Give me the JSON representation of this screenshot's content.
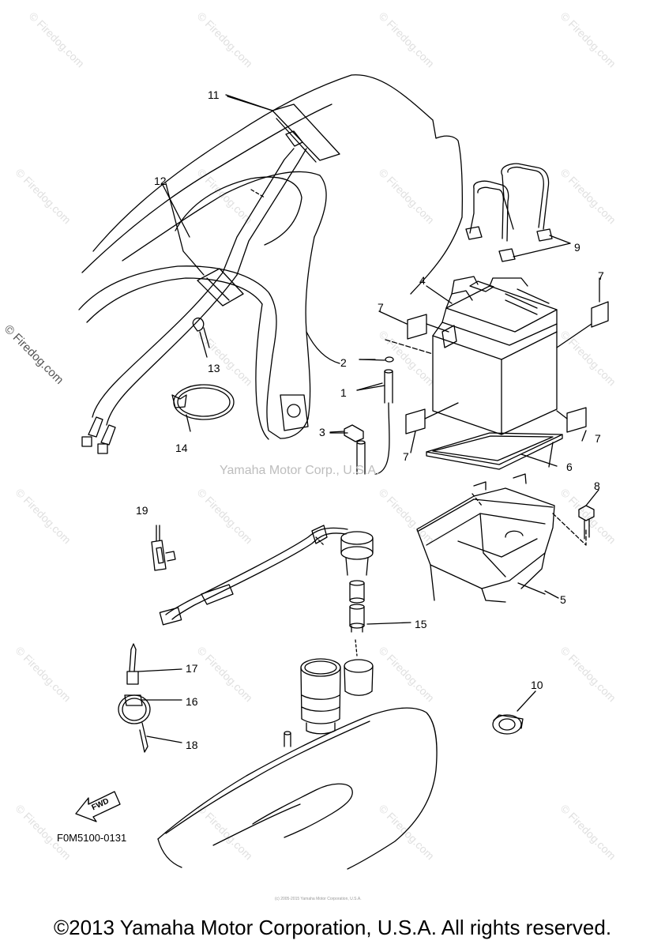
{
  "watermark": {
    "text": "© Firedog.com",
    "side_text": "© Firedog.com"
  },
  "center_watermark": "Yamaha Motor Corp., U.S.A.",
  "part_code": "F0M5100-0131",
  "fwd_text": "FWD",
  "tiny_notice": "(c) 2005-2015 Yamaha Motor Corporation, U.S.A.",
  "copyright": "©2013 Yamaha Motor Corporation, U.S.A. All rights reserved.",
  "callouts": {
    "c1": "1",
    "c2": "2",
    "c3": "3",
    "c4": "4",
    "c5": "5",
    "c6": "6",
    "c7a": "7",
    "c7b": "7",
    "c7c": "7",
    "c7d": "7",
    "c8": "8",
    "c9": "9",
    "c10": "10",
    "c11": "11",
    "c12": "12",
    "c13": "13",
    "c14": "14",
    "c15": "15",
    "c16": "16",
    "c17": "17",
    "c18": "18",
    "c19": "19"
  },
  "colors": {
    "line": "#000000",
    "watermark": "#e0e0e0",
    "background": "#ffffff"
  }
}
